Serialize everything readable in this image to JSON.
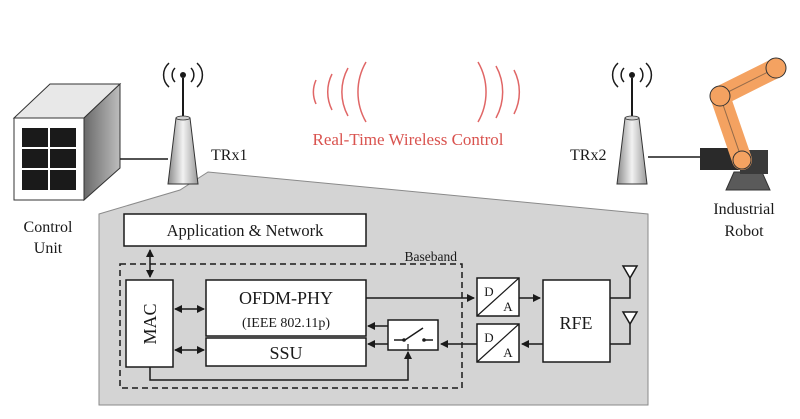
{
  "labels": {
    "control_unit_line1": "Control",
    "control_unit_line2": "Unit",
    "trx1": "TRx1",
    "trx2": "TRx2",
    "wireless": "Real-Time Wireless Control",
    "robot_line1": "Industrial",
    "robot_line2": "Robot"
  },
  "blocks": {
    "app_network": "Application & Network",
    "baseband": "Baseband",
    "mac": "MAC",
    "ofdm_phy": "OFDM-PHY",
    "ieee": "(IEEE 802.11p)",
    "ssu": "SSU",
    "dac_d": "D",
    "dac_a": "A",
    "adc_d": "D",
    "adc_a": "A",
    "rfe": "RFE"
  },
  "colors": {
    "wireless_red": "#d9534f",
    "robot_orange": "#f4a261",
    "panel_grey": "#d4d4d4",
    "line": "#1a1a1a"
  }
}
